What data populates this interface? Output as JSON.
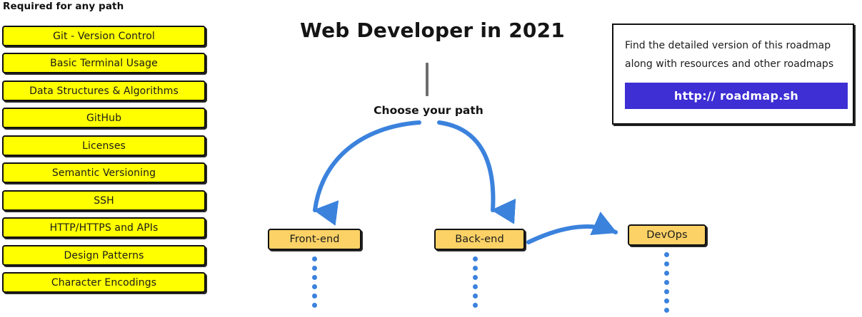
{
  "colors": {
    "required_box_fill": "#ffff00",
    "path_box_fill": "#fcd266",
    "arrow_blue": "#3b82dd",
    "button_purple": "#3d2fd4",
    "outline_black": "#111111",
    "stem_gray": "#6e6e6e"
  },
  "required_section": {
    "heading": "Required for any path",
    "items": [
      {
        "label": "Git - Version Control"
      },
      {
        "label": "Basic Terminal Usage"
      },
      {
        "label": "Data Structures & Algorithms"
      },
      {
        "label": "GitHub"
      },
      {
        "label": "Licenses"
      },
      {
        "label": "Semantic Versioning"
      },
      {
        "label": "SSH"
      },
      {
        "label": "HTTP/HTTPS and APIs"
      },
      {
        "label": "Design Patterns"
      },
      {
        "label": "Character Encodings"
      }
    ]
  },
  "roadmap": {
    "title": "Web Developer in 2021",
    "choose_path_label": "Choose your path",
    "paths": [
      {
        "label": "Front-end"
      },
      {
        "label": "Back-end"
      },
      {
        "label": "DevOps"
      }
    ],
    "dot_counts": {
      "frontend": 6,
      "backend": 6,
      "devops": 7
    }
  },
  "promo": {
    "line1": "Find the detailed version of this roadmap",
    "line2": "along with resources and other roadmaps",
    "button_label": "http:// roadmap.sh"
  }
}
